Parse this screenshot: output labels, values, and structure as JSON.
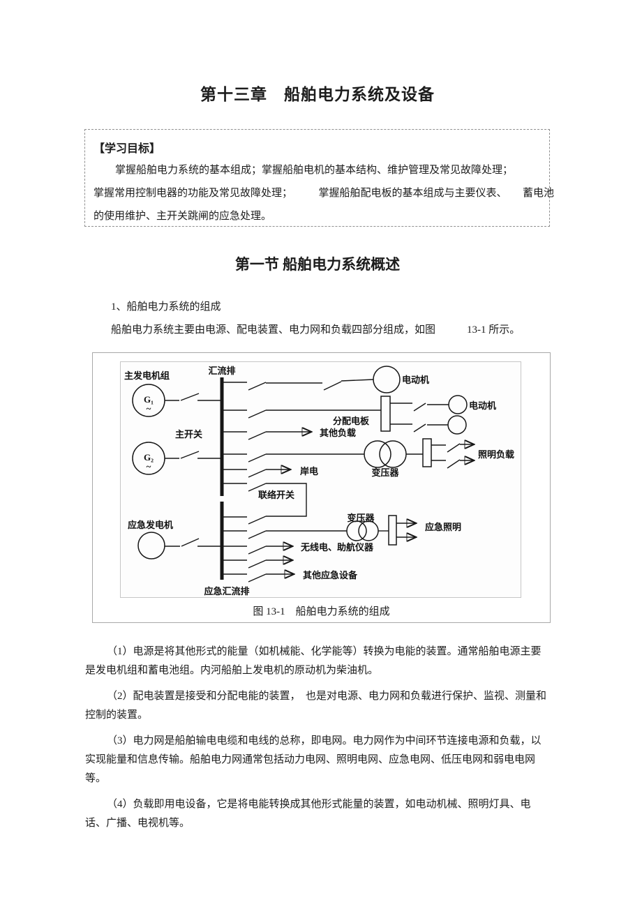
{
  "page": {
    "chapter_title": "第十三章　船舶电力系统及设备",
    "section_title": "第一节  船舶电力系统概述"
  },
  "objectives": {
    "heading": "【学习目标】",
    "line1": "掌握船舶电力系统的基本组成；掌握船舶电机的基本结构、维护管理及常见故障处理；",
    "line2": "掌握常用控制电器的功能及常见故障处理；　　　掌握船舶配电板的基本组成与主要仪表、　　蓄电池",
    "line3": "的使用维护、主开关跳闸的应急处理。"
  },
  "section1": {
    "sub_heading": "1、船舶电力系统的组成",
    "intro": "船舶电力系统主要由电源、配电装置、电力网和负载四部分组成，如图　　　13-1 所示。",
    "paragraphs": [
      "（1）电源是将其他形式的能量（如机械能、化学能等）转换为电能的装置。通常船舶电源主要是发电机组和蓄电池组。内河船舶上发电机的原动机为柴油机。",
      "（2）配电装置是接受和分配电能的装置，　也是对电源、电力网和负载进行保护、监视、测量和控制的装置。",
      "（3）电力网是船舶输电电缆和电线的总称，即电网。电力网作为中间环节连接电源和负载，以实现能量和信息传输。船舶电力网通常包括动力电网、照明电网、应急电网、低压电网和弱电电网等。",
      "（4）负载即用电设备，它是将电能转换成其他形式能量的装置，如电动机械、照明灯具、电话、广播、电视机等。"
    ]
  },
  "figure": {
    "caption": "图 13-1　船舶电力系统的组成",
    "labels": {
      "busbar": "汇流排",
      "main_gen_group": "主发电机组",
      "main_switch": "主开关",
      "g1": "G₁",
      "g1_ac": "~",
      "g2": "G₂",
      "g2_ac": "~",
      "motor_top": "电动机",
      "dist_board": "分配电板",
      "motor_mid": "电动机",
      "other_loads": "其他负载",
      "transformer_main": "变压器",
      "lighting_load": "照明负载",
      "shore_power": "岸电",
      "tie_switch": "联络开关",
      "emergency_gen": "应急发电机",
      "emergency_busbar": "应急汇流排",
      "transformer_emerg": "变压器",
      "emergency_lighting": "应急照明",
      "radio_nav": "无线电、助航仪器",
      "other_emergency": "其他应急设备"
    }
  }
}
